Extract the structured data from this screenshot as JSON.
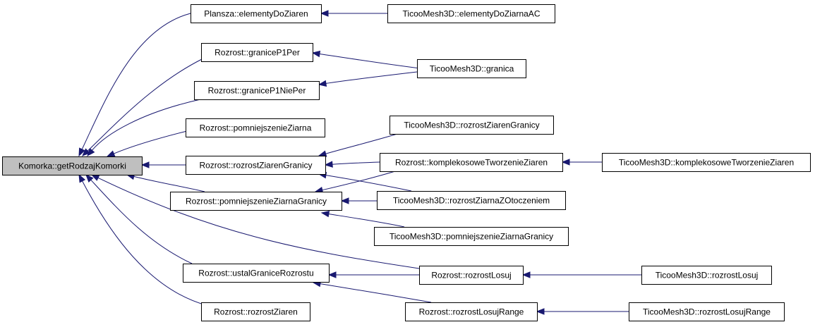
{
  "diagram": {
    "edge_color": "#191970",
    "root_fill": "#bfbfbf",
    "nodes": [
      {
        "id": "root",
        "label": "Komorka::getRodzajKomorki",
        "root": true
      },
      {
        "id": "n1",
        "label": "Plansza::elementyDoZiaren"
      },
      {
        "id": "n2",
        "label": "TicooMesh3D::elementyDoZiarnaAC"
      },
      {
        "id": "n3",
        "label": "Rozrost::graniceP1Per"
      },
      {
        "id": "n4",
        "label": "TicooMesh3D::granica"
      },
      {
        "id": "n5",
        "label": "Rozrost::graniceP1NiePer"
      },
      {
        "id": "n6",
        "label": "Rozrost::pomniejszenieZiarna"
      },
      {
        "id": "n7",
        "label": "TicooMesh3D::rozrostZiarenGranicy"
      },
      {
        "id": "n8",
        "label": "Rozrost::rozrostZiarenGranicy"
      },
      {
        "id": "n9",
        "label": "Rozrost::komplekosoweTworzenieZiaren"
      },
      {
        "id": "n10",
        "label": "TicooMesh3D::komplekosoweTworzenieZiaren"
      },
      {
        "id": "n11",
        "label": "Rozrost::pomniejszenieZiarnaGranicy"
      },
      {
        "id": "n12",
        "label": "TicooMesh3D::rozrostZiarnaZOtoczeniem"
      },
      {
        "id": "n13",
        "label": "TicooMesh3D::pomniejszenieZiarnaGranicy"
      },
      {
        "id": "n14",
        "label": "Rozrost::ustalGraniceRozrostu"
      },
      {
        "id": "n15",
        "label": "Rozrost::rozrostLosuj"
      },
      {
        "id": "n16",
        "label": "TicooMesh3D::rozrostLosuj"
      },
      {
        "id": "n17",
        "label": "Rozrost::rozrostZiaren"
      },
      {
        "id": "n18",
        "label": "Rozrost::rozrostLosujRange"
      },
      {
        "id": "n19",
        "label": "TicooMesh3D::rozrostLosujRange"
      }
    ],
    "edges": [
      {
        "from": "n1",
        "to": "root"
      },
      {
        "from": "n3",
        "to": "root"
      },
      {
        "from": "n5",
        "to": "root"
      },
      {
        "from": "n6",
        "to": "root"
      },
      {
        "from": "n8",
        "to": "root"
      },
      {
        "from": "n11",
        "to": "root"
      },
      {
        "from": "n14",
        "to": "root"
      },
      {
        "from": "n15",
        "to": "root"
      },
      {
        "from": "n17",
        "to": "root"
      },
      {
        "from": "n2",
        "to": "n1"
      },
      {
        "from": "n4",
        "to": "n3"
      },
      {
        "from": "n4",
        "to": "n5"
      },
      {
        "from": "n7",
        "to": "n8"
      },
      {
        "from": "n9",
        "to": "n8"
      },
      {
        "from": "n12",
        "to": "n8"
      },
      {
        "from": "n10",
        "to": "n9"
      },
      {
        "from": "n9",
        "to": "n11"
      },
      {
        "from": "n12",
        "to": "n11"
      },
      {
        "from": "n13",
        "to": "n11"
      },
      {
        "from": "n15",
        "to": "n14"
      },
      {
        "from": "n18",
        "to": "n14"
      },
      {
        "from": "n16",
        "to": "n15"
      },
      {
        "from": "n19",
        "to": "n18"
      }
    ]
  }
}
